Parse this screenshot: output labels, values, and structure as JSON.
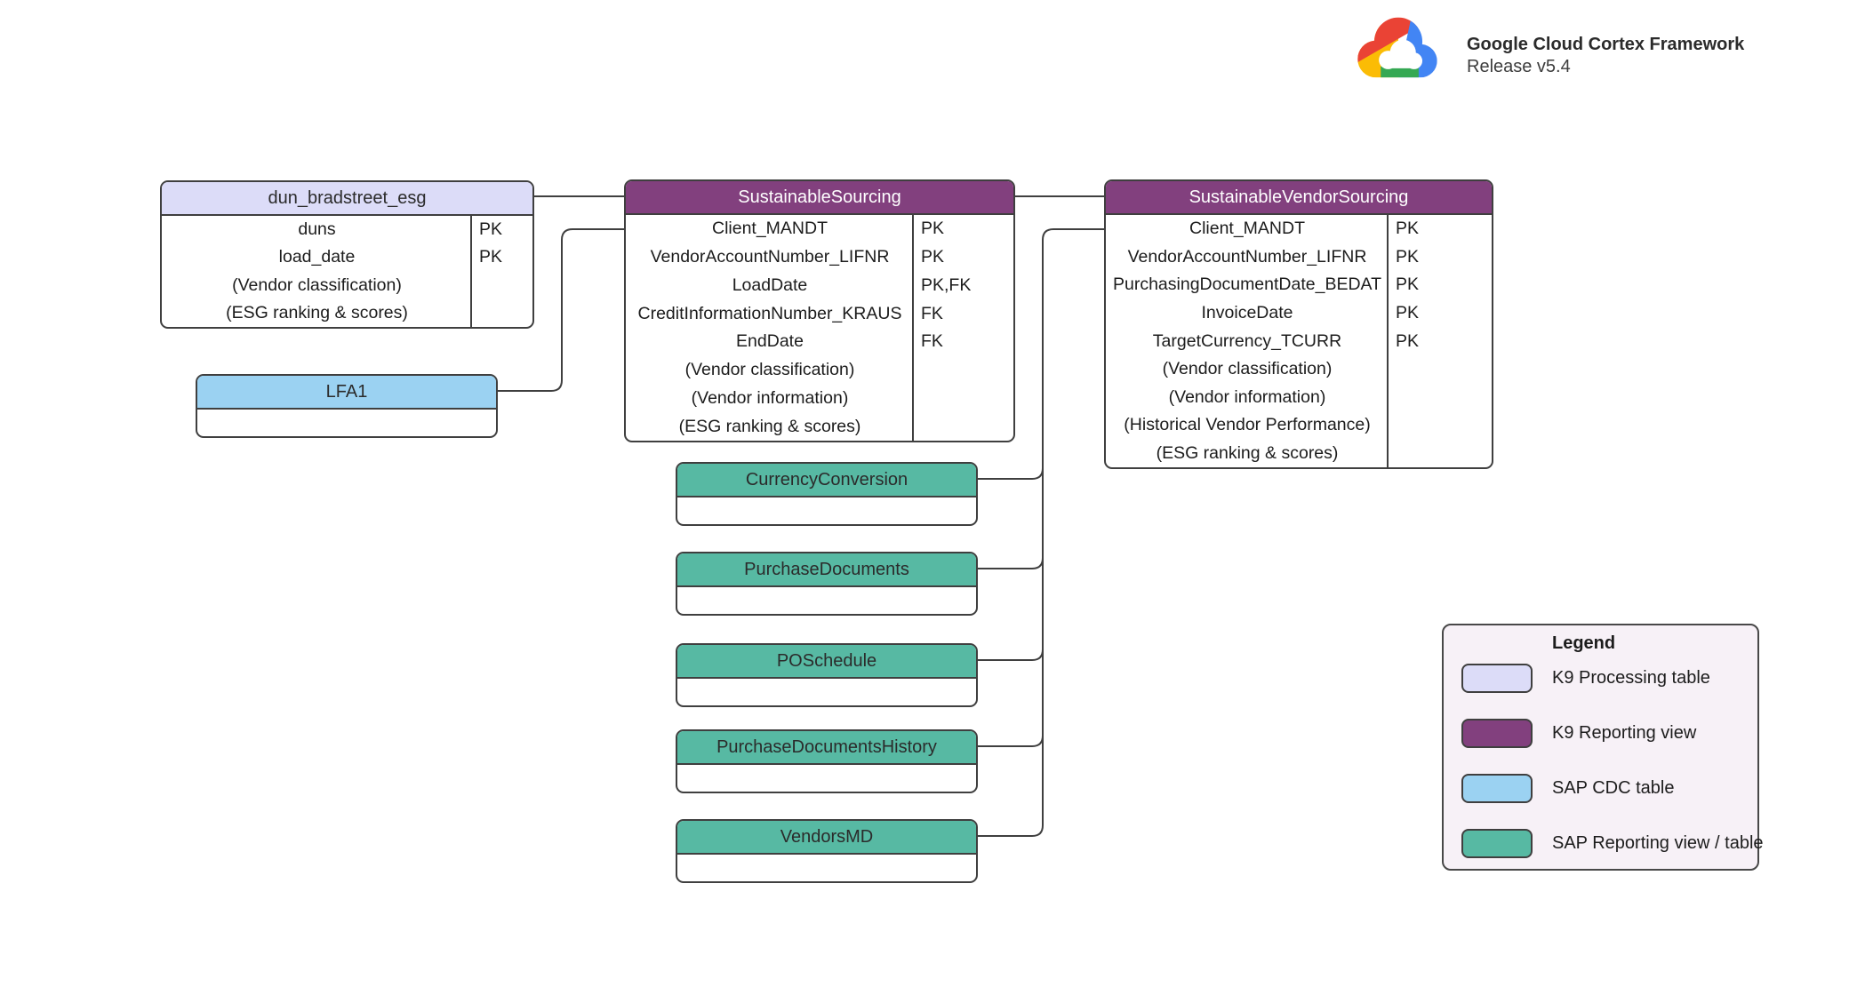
{
  "brand": {
    "title": "Google Cloud Cortex Framework",
    "subtitle": "Release v5.4",
    "logo": "google-cloud-logo"
  },
  "colors": {
    "k9_processing": "#dcdcf8",
    "k9_reporting": "#82407e",
    "sap_cdc": "#9bd2f2",
    "sap_reporting": "#57b9a3",
    "connector": "#3f3f3f",
    "legend_bg": "#f7f1f7",
    "logo_red": "#EA4335",
    "logo_blue": "#4285F4",
    "logo_yellow": "#FBBC05",
    "logo_green": "#34A853"
  },
  "tables": [
    {
      "id": "dun_bradstreet_esg",
      "name": "dun_bradstreet_esg",
      "type": "k9_processing",
      "rows": [
        {
          "field": "duns",
          "key": "PK"
        },
        {
          "field": "load_date",
          "key": "PK"
        },
        {
          "field": "(Vendor classification)",
          "key": ""
        },
        {
          "field": "(ESG ranking & scores)",
          "key": ""
        }
      ]
    },
    {
      "id": "LFA1",
      "name": "LFA1",
      "type": "sap_cdc",
      "rows": []
    },
    {
      "id": "SustainableSourcing",
      "name": "SustainableSourcing",
      "type": "k9_reporting",
      "rows": [
        {
          "field": "Client_MANDT",
          "key": "PK"
        },
        {
          "field": "VendorAccountNumber_LIFNR",
          "key": "PK"
        },
        {
          "field": "LoadDate",
          "key": "PK,FK"
        },
        {
          "field": "CreditInformationNumber_KRAUS",
          "key": "FK"
        },
        {
          "field": "EndDate",
          "key": "FK"
        },
        {
          "field": "(Vendor classification)",
          "key": ""
        },
        {
          "field": "(Vendor information)",
          "key": ""
        },
        {
          "field": "(ESG ranking & scores)",
          "key": ""
        }
      ]
    },
    {
      "id": "SustainableVendorSourcing",
      "name": "SustainableVendorSourcing",
      "type": "k9_reporting",
      "rows": [
        {
          "field": "Client_MANDT",
          "key": "PK"
        },
        {
          "field": "VendorAccountNumber_LIFNR",
          "key": "PK"
        },
        {
          "field": "PurchasingDocumentDate_BEDAT",
          "key": "PK"
        },
        {
          "field": "InvoiceDate",
          "key": "PK"
        },
        {
          "field": "TargetCurrency_TCURR",
          "key": "PK"
        },
        {
          "field": "(Vendor classification)",
          "key": ""
        },
        {
          "field": "(Vendor information)",
          "key": ""
        },
        {
          "field": "(Historical Vendor Performance)",
          "key": ""
        },
        {
          "field": "(ESG ranking & scores)",
          "key": ""
        }
      ]
    },
    {
      "id": "CurrencyConversion",
      "name": "CurrencyConversion",
      "type": "sap_reporting",
      "rows": []
    },
    {
      "id": "PurchaseDocuments",
      "name": "PurchaseDocuments",
      "type": "sap_reporting",
      "rows": []
    },
    {
      "id": "POSchedule",
      "name": "POSchedule",
      "type": "sap_reporting",
      "rows": []
    },
    {
      "id": "PurchaseDocumentsHistory",
      "name": "PurchaseDocumentsHistory",
      "type": "sap_reporting",
      "rows": []
    },
    {
      "id": "VendorsMD",
      "name": "VendorsMD",
      "type": "sap_reporting",
      "rows": []
    }
  ],
  "legend": {
    "title": "Legend",
    "items": [
      {
        "label": "K9 Processing table",
        "type": "k9_processing"
      },
      {
        "label": "K9 Reporting view",
        "type": "k9_reporting"
      },
      {
        "label": "SAP CDC table",
        "type": "sap_cdc"
      },
      {
        "label": "SAP Reporting view / table",
        "type": "sap_reporting"
      }
    ]
  }
}
